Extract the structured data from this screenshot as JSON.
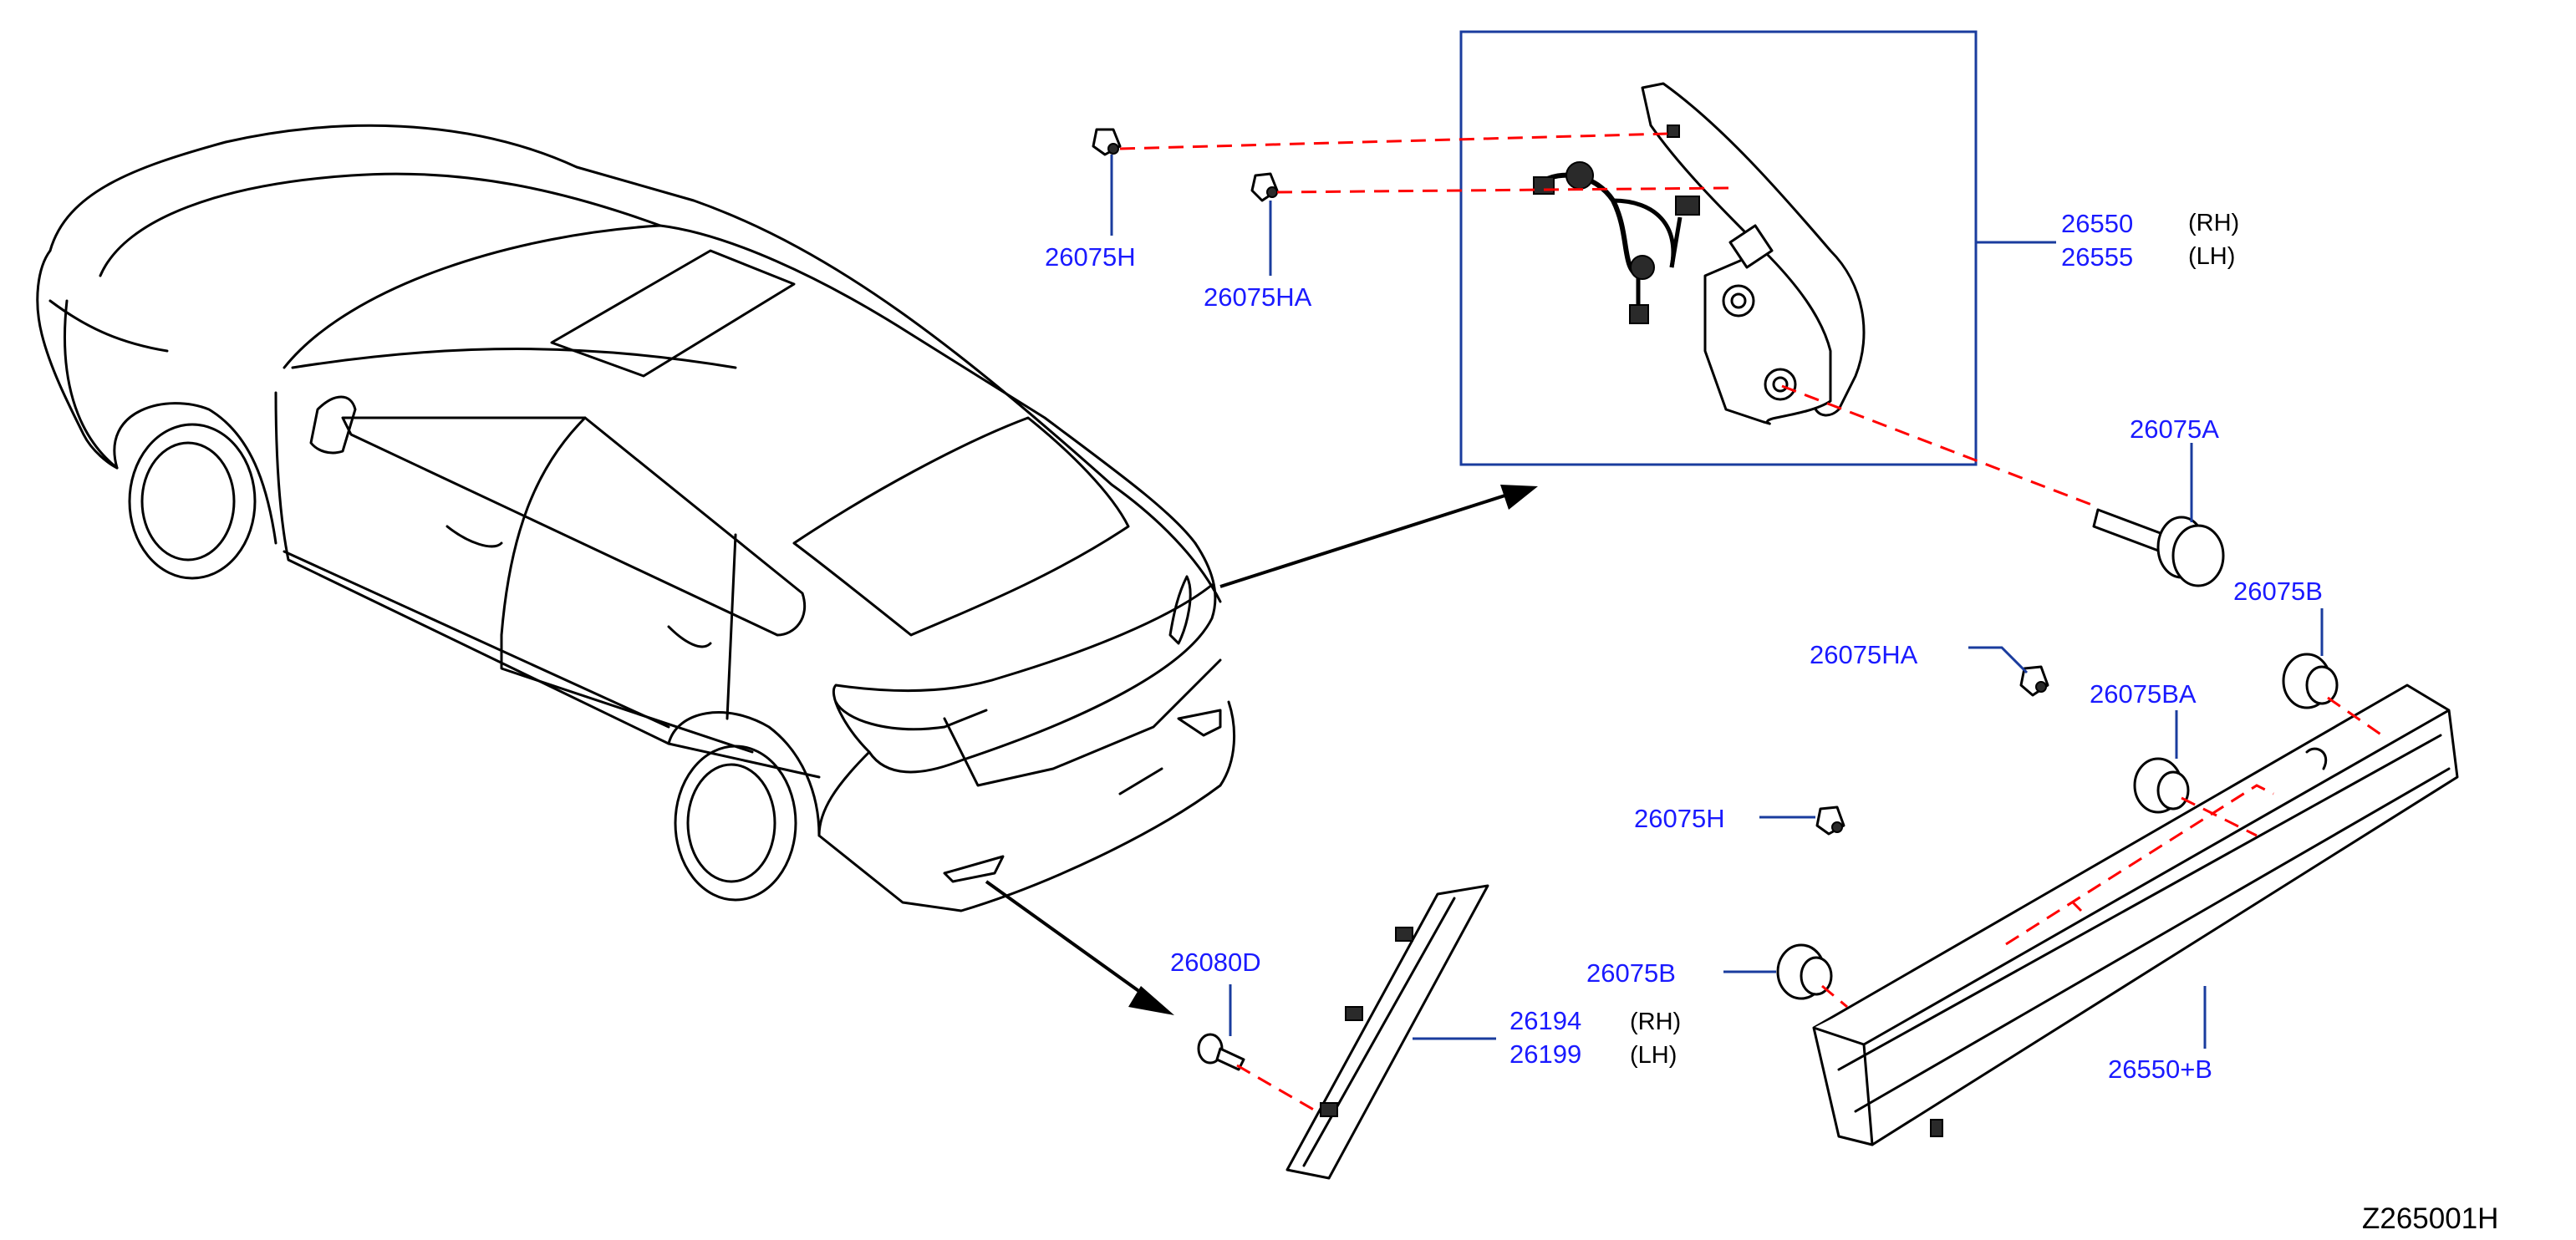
{
  "labels": {
    "tail_lamp_rh": "26550",
    "tail_lamp_lh": "26555",
    "rh": "(RH)",
    "lh": "(LH)",
    "clip_h_top": "26075H",
    "clip_ha_top": "26075HA",
    "screw_a": "26075A",
    "grommet_b_top": "26075B",
    "clip_ha_mid": "26075HA",
    "grommet_ba": "26075BA",
    "clip_h_mid": "26075H",
    "grommet_b_low": "26075B",
    "screw_d": "26080D",
    "reflector_rh": "26194",
    "reflector_lh": "26199",
    "finisher": "26550+B",
    "diagram_code": "Z265001H"
  },
  "colors": {
    "part_number_text": "#1a1aff",
    "leader_line": "#1a3c9e",
    "assembly_dashed_line": "#ff0000",
    "outline": "#000000"
  }
}
